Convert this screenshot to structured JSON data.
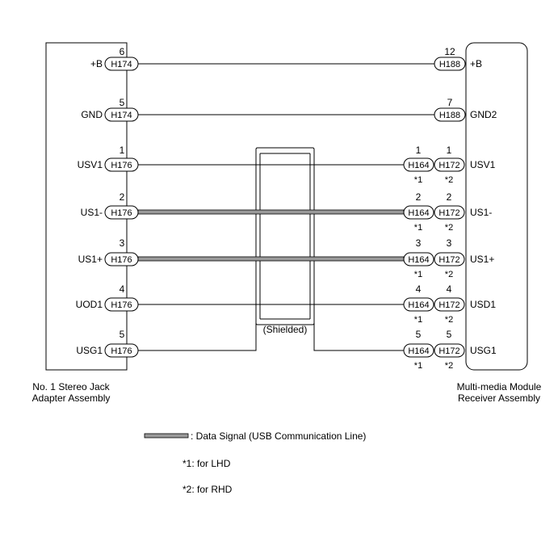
{
  "left_component": {
    "name_line1": "No. 1 Stereo Jack",
    "name_line2": "Adapter Assembly"
  },
  "right_component": {
    "name_line1": "Multi-media Module",
    "name_line2": "Receiver Assembly"
  },
  "shield_label": "(Shielded)",
  "connections": [
    {
      "left_signal": "+B",
      "left_pin": "6",
      "left_connector": "H174",
      "right_pins": [
        "12"
      ],
      "right_connectors": [
        "H188"
      ],
      "right_notes": [],
      "right_signal": "+B",
      "data_line": false
    },
    {
      "left_signal": "GND",
      "left_pin": "5",
      "left_connector": "H174",
      "right_pins": [
        "7"
      ],
      "right_connectors": [
        "H188"
      ],
      "right_notes": [],
      "right_signal": "GND2",
      "data_line": false
    },
    {
      "left_signal": "USV1",
      "left_pin": "1",
      "left_connector": "H176",
      "right_pins": [
        "1",
        "1"
      ],
      "right_connectors": [
        "H164",
        "H172"
      ],
      "right_notes": [
        "*1",
        "*2"
      ],
      "right_signal": "USV1",
      "data_line": false
    },
    {
      "left_signal": "US1-",
      "left_pin": "2",
      "left_connector": "H176",
      "right_pins": [
        "2",
        "2"
      ],
      "right_connectors": [
        "H164",
        "H172"
      ],
      "right_notes": [
        "*1",
        "*2"
      ],
      "right_signal": "US1-",
      "data_line": true
    },
    {
      "left_signal": "US1+",
      "left_pin": "3",
      "left_connector": "H176",
      "right_pins": [
        "3",
        "3"
      ],
      "right_connectors": [
        "H164",
        "H172"
      ],
      "right_notes": [
        "*1",
        "*2"
      ],
      "right_signal": "US1+",
      "data_line": true
    },
    {
      "left_signal": "UOD1",
      "left_pin": "4",
      "left_connector": "H176",
      "right_pins": [
        "4",
        "4"
      ],
      "right_connectors": [
        "H164",
        "H172"
      ],
      "right_notes": [
        "*1",
        "*2"
      ],
      "right_signal": "USD1",
      "data_line": false
    },
    {
      "left_signal": "USG1",
      "left_pin": "5",
      "left_connector": "H176",
      "right_pins": [
        "5",
        "5"
      ],
      "right_connectors": [
        "H164",
        "H172"
      ],
      "right_notes": [
        "*1",
        "*2"
      ],
      "right_signal": "USG1",
      "data_line": false
    }
  ],
  "legend": {
    "data_signal": ": Data Signal (USB Communication Line)",
    "note1": "*1: for LHD",
    "note2": "*2: for RHD"
  },
  "colors": {
    "line": "#000000",
    "data_line_fill": "#9a9a9a"
  }
}
